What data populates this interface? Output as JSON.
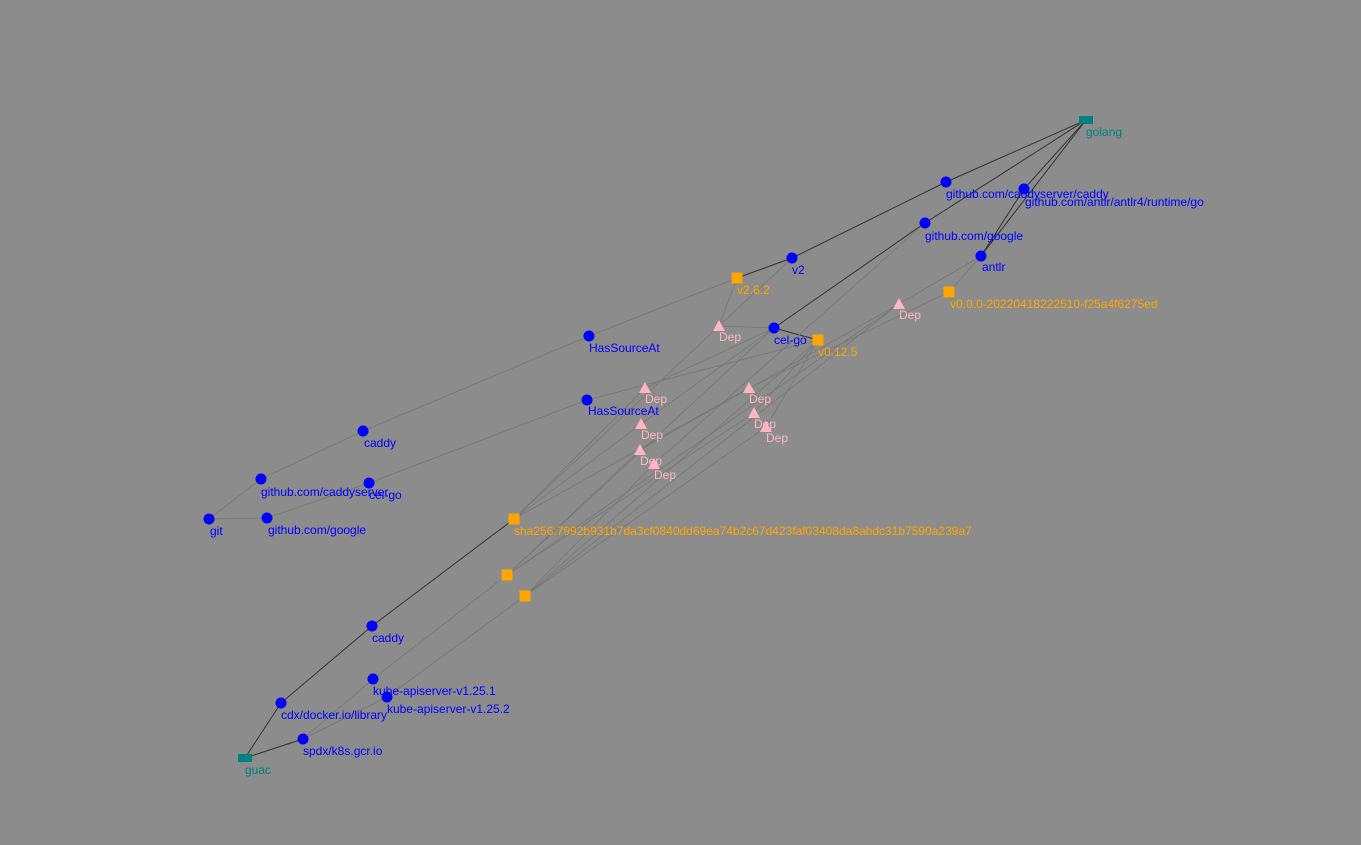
{
  "colors": {
    "background": "#8c8c8c",
    "root": "#008080",
    "package": "#0000ff",
    "version": "#ffa500",
    "dependency": "#ffb6c1",
    "edge_light": "#777777",
    "edge_dark": "#333333"
  },
  "nodes": [
    {
      "id": "golang",
      "label": "golang",
      "kind": "root"
    },
    {
      "id": "guac",
      "label": "guac",
      "kind": "root"
    },
    {
      "id": "gh_caddy",
      "label": "github.com/caddyserver/caddy",
      "kind": "package"
    },
    {
      "id": "gh_antlr_rt",
      "label": "github.com/antlr/antlr4/runtime/go",
      "kind": "package"
    },
    {
      "id": "gh_google_top",
      "label": "github.com/google",
      "kind": "package"
    },
    {
      "id": "v2",
      "label": "v2",
      "kind": "package"
    },
    {
      "id": "antlr",
      "label": "antlr",
      "kind": "package"
    },
    {
      "id": "v262",
      "label": "v2.6.2",
      "kind": "version"
    },
    {
      "id": "v000",
      "label": "v0.0.0-20220418222510-f25a4f6275ed",
      "kind": "version"
    },
    {
      "id": "dep1",
      "label": "Dep",
      "kind": "dependency"
    },
    {
      "id": "dep2",
      "label": "Dep",
      "kind": "dependency"
    },
    {
      "id": "celgo_top",
      "label": "cel-go",
      "kind": "package"
    },
    {
      "id": "v0125",
      "label": "v0.12.5",
      "kind": "version"
    },
    {
      "id": "hsa1",
      "label": "HasSourceAt",
      "kind": "package"
    },
    {
      "id": "hsa2",
      "label": "HasSourceAt",
      "kind": "package"
    },
    {
      "id": "dep3",
      "label": "Dep",
      "kind": "dependency"
    },
    {
      "id": "dep4",
      "label": "Dep",
      "kind": "dependency"
    },
    {
      "id": "dep5",
      "label": "Dep",
      "kind": "dependency"
    },
    {
      "id": "dep6",
      "label": "Dep",
      "kind": "dependency"
    },
    {
      "id": "dep7",
      "label": "Dep",
      "kind": "dependency"
    },
    {
      "id": "dep8",
      "label": "Dep",
      "kind": "dependency"
    },
    {
      "id": "dep9",
      "label": "Dep",
      "kind": "dependency"
    },
    {
      "id": "caddy_left",
      "label": "caddy",
      "kind": "package"
    },
    {
      "id": "gh_caddyserver",
      "label": "github.com/caddyserver",
      "kind": "package"
    },
    {
      "id": "celgo_left",
      "label": "cel-go",
      "kind": "package"
    },
    {
      "id": "git",
      "label": "git",
      "kind": "package"
    },
    {
      "id": "gh_google_left",
      "label": "github.com/google",
      "kind": "package"
    },
    {
      "id": "sha",
      "label": "sha256:7992b931b7da3cf0840dd69ea74b2c67d423faf03408da8abdc31b7590a239a7",
      "kind": "version"
    },
    {
      "id": "sq2",
      "label": "",
      "kind": "version"
    },
    {
      "id": "sq3",
      "label": "",
      "kind": "version"
    },
    {
      "id": "caddy_bottom",
      "label": "caddy",
      "kind": "package"
    },
    {
      "id": "kube1",
      "label": "kube-apiserver-v1.25.1",
      "kind": "package"
    },
    {
      "id": "kube2",
      "label": "kube-apiserver-v1.25.2",
      "kind": "package"
    },
    {
      "id": "cdx",
      "label": "cdx/docker.io/library",
      "kind": "package"
    },
    {
      "id": "spdx",
      "label": "spdx/k8s.gcr.io",
      "kind": "package"
    }
  ],
  "edges": [
    [
      "golang",
      "gh_caddy",
      "dark"
    ],
    [
      "golang",
      "gh_antlr_rt",
      "dark"
    ],
    [
      "golang",
      "gh_google_top",
      "dark"
    ],
    [
      "golang",
      "antlr",
      "dark"
    ],
    [
      "gh_caddy",
      "v2",
      "dark"
    ],
    [
      "gh_google_top",
      "celgo_top",
      "dark"
    ],
    [
      "gh_antlr_rt",
      "antlr",
      "dark"
    ],
    [
      "v2",
      "v262",
      "dark"
    ],
    [
      "celgo_top",
      "v0125",
      "dark"
    ],
    [
      "antlr",
      "v000",
      "light"
    ],
    [
      "v262",
      "hsa1",
      "light"
    ],
    [
      "hsa1",
      "caddy_left",
      "light"
    ],
    [
      "caddy_left",
      "gh_caddyserver",
      "light"
    ],
    [
      "gh_caddyserver",
      "git",
      "light"
    ],
    [
      "git",
      "gh_google_left",
      "light"
    ],
    [
      "gh_google_left",
      "celgo_left",
      "light"
    ],
    [
      "celgo_left",
      "hsa2",
      "light"
    ],
    [
      "hsa2",
      "v0125",
      "light"
    ],
    [
      "v2",
      "dep1",
      "light"
    ],
    [
      "dep1",
      "v262",
      "light"
    ],
    [
      "dep1",
      "celgo_top",
      "light"
    ],
    [
      "dep1",
      "sha",
      "light"
    ],
    [
      "antlr",
      "dep2",
      "light"
    ],
    [
      "dep2",
      "sq2",
      "light"
    ],
    [
      "dep2",
      "sq3",
      "light"
    ],
    [
      "dep2",
      "dep7",
      "light"
    ],
    [
      "v000",
      "dep4",
      "light"
    ],
    [
      "celgo_top",
      "dep3",
      "light"
    ],
    [
      "celgo_top",
      "dep5",
      "light"
    ],
    [
      "celgo_top",
      "sq2",
      "light"
    ],
    [
      "v0125",
      "dep6",
      "light"
    ],
    [
      "v0125",
      "dep8",
      "light"
    ],
    [
      "v0125",
      "sq3",
      "light"
    ],
    [
      "dep3",
      "sha",
      "light"
    ],
    [
      "dep4",
      "sha",
      "light"
    ],
    [
      "dep5",
      "sha",
      "light"
    ],
    [
      "dep6",
      "sq2",
      "light"
    ],
    [
      "dep7",
      "sq2",
      "light"
    ],
    [
      "dep8",
      "sq3",
      "light"
    ],
    [
      "dep9",
      "sq3",
      "light"
    ],
    [
      "sha",
      "caddy_bottom",
      "dark"
    ],
    [
      "caddy_bottom",
      "cdx",
      "dark"
    ],
    [
      "sq2",
      "kube1",
      "light"
    ],
    [
      "sq3",
      "kube2",
      "light"
    ],
    [
      "kube1",
      "spdx",
      "light"
    ],
    [
      "kube2",
      "spdx",
      "light"
    ],
    [
      "cdx",
      "guac",
      "dark"
    ],
    [
      "spdx",
      "guac",
      "dark"
    ],
    [
      "gh_google_top",
      "dep9",
      "light"
    ]
  ]
}
